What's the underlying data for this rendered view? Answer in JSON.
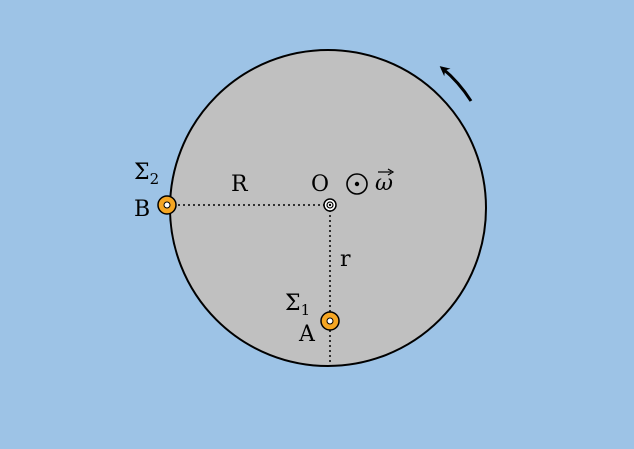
{
  "colors": {
    "background": "#9dc3e6",
    "disk": "#c0c0c0",
    "source_fill": "#f5a623",
    "line": "#000000"
  },
  "labels": {
    "center": "O",
    "omega": "ω",
    "radius_large": "R",
    "radius_small": "r",
    "point_a": "A",
    "point_b": "B",
    "source_1": {
      "sym": "Σ",
      "sub": "1"
    },
    "source_2": {
      "sym": "Σ",
      "sub": "2"
    }
  },
  "icons": {
    "axis_out": "circle-dot-icon",
    "rotation": "curved-arrow-counterclockwise-icon",
    "omega_vector": "vector-arrow-icon"
  }
}
